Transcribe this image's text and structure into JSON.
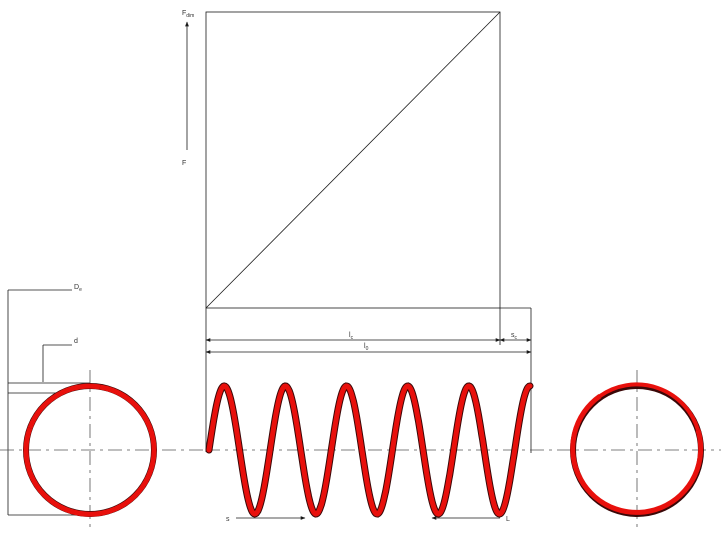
{
  "labels": {
    "f_dim": "F",
    "f_dim_sub": "dim",
    "f": "F",
    "d_e": "D",
    "d_e_sub": "e",
    "d_wire": "d",
    "l_c": "l",
    "l_c_sub": "c",
    "s_c": "s",
    "s_c_sub": "c",
    "l_0": "l",
    "l_0_sub": "0",
    "s": "s",
    "l": "L"
  },
  "colors": {
    "spring": "#e8100c",
    "spring_shadow": "#3a0808",
    "line": "#1a1a1a"
  },
  "spring": {
    "turns": 5
  }
}
